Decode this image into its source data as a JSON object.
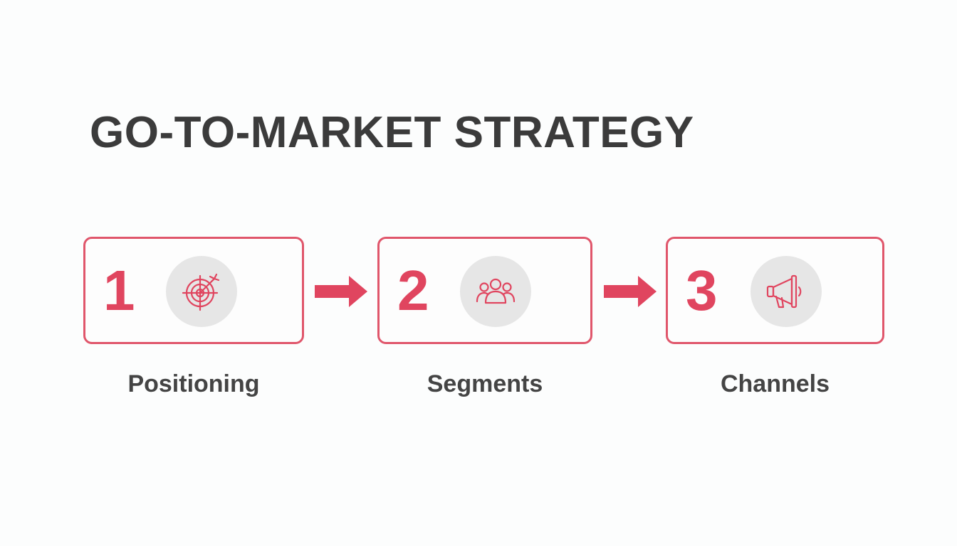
{
  "title": "GO-TO-MARKET STRATEGY",
  "colors": {
    "accent": "#e0455f",
    "border": "#e0566b",
    "text": "#3b3b3b",
    "icon_bg": "#e6e6e6"
  },
  "steps": [
    {
      "number": "1",
      "label": "Positioning",
      "icon": "target-icon"
    },
    {
      "number": "2",
      "label": "Segments",
      "icon": "people-group-icon"
    },
    {
      "number": "3",
      "label": "Channels",
      "icon": "megaphone-icon"
    }
  ]
}
